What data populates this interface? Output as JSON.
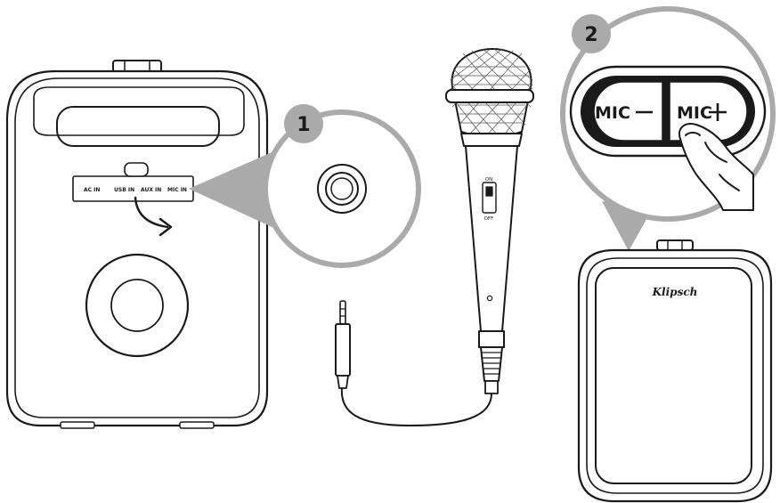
{
  "speaker_back": {
    "ports": [
      "AC IN",
      "USB IN",
      "AUX IN",
      "MIC IN"
    ]
  },
  "callout_1": {
    "step": "1"
  },
  "callout_2": {
    "step": "2",
    "mic_minus_label": "MIC",
    "mic_plus_label": "MIC"
  },
  "microphone": {
    "switch_on": "ON",
    "switch_off": "OFF"
  },
  "speaker_front": {
    "logo": "Klipsch"
  },
  "colors": {
    "line": "#1a1a1a",
    "callout_fill": "#aaaaaa",
    "background": "#ffffff"
  }
}
